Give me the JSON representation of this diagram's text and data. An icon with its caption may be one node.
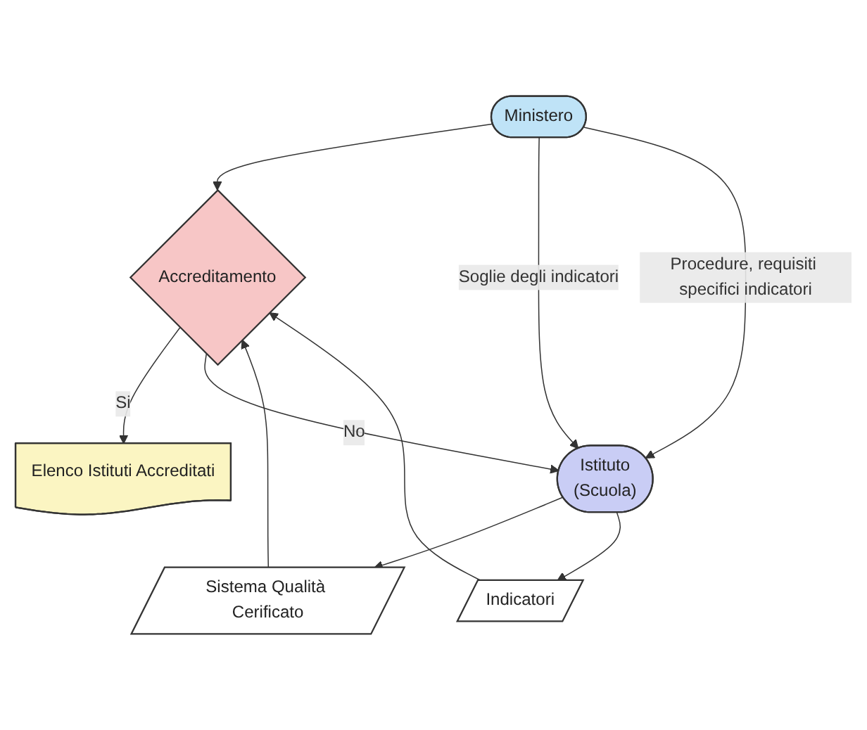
{
  "diagram": {
    "nodes": [
      {
        "text": [
          "Ministero"
        ]
      },
      {
        "text": [
          "Accreditamento"
        ]
      },
      {
        "text": [
          "Elenco Istituti Accreditati"
        ]
      },
      {
        "text": [
          "Sistema Qualità Cerificato"
        ]
      },
      {
        "text": [
          "Indicatori"
        ]
      },
      {
        "text": [
          "Istituto",
          "(Scuola)"
        ]
      }
    ],
    "edges": [
      {
        "from": 0,
        "to": 1,
        "arrow": "to"
      },
      {
        "from": 1,
        "to": 2,
        "label": "Si",
        "arrow": "to"
      },
      {
        "from": 1,
        "to": 5,
        "label": "No",
        "arrow": "to"
      },
      {
        "from": 3,
        "to": 1,
        "arrow": "to"
      },
      {
        "from": 4,
        "to": 1,
        "arrow": "to"
      },
      {
        "from": 5,
        "to": 3,
        "arrow": "to"
      },
      {
        "from": 5,
        "to": 4,
        "arrow": "to"
      },
      {
        "from": 0,
        "to": 5,
        "label": "Soglie degli indicatori",
        "arrow": "to"
      },
      {
        "from": 0,
        "to": 5,
        "label": "Procedure, requisiti specifici indicatori",
        "arrow": "to"
      }
    ]
  }
}
